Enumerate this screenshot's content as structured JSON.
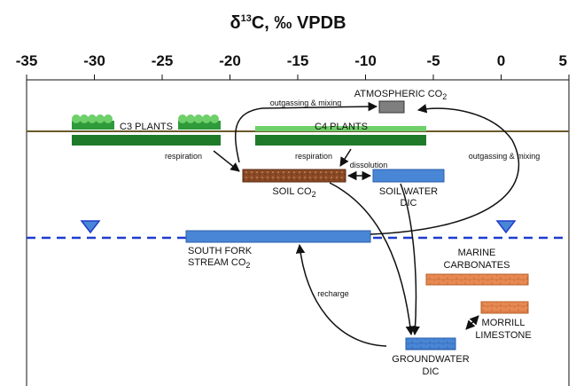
{
  "title": {
    "symbol": "δ",
    "superscript": "13",
    "rest": "C, ‰ VPDB"
  },
  "axis": {
    "min": -35,
    "max": 5,
    "ticks": [
      "-35",
      "-30",
      "-25",
      "-20",
      "-15",
      "-10",
      "-5",
      "0",
      "5"
    ]
  },
  "pools": {
    "atmospheric": {
      "label": "ATMOSPHERIC CO",
      "sub": "2"
    },
    "c3": {
      "label": "C3 PLANTS"
    },
    "c4": {
      "label": "C4 PLANTS"
    },
    "soil_co2": {
      "label": "SOIL CO",
      "sub": "2"
    },
    "soil_water": {
      "line1": "SOIL WATER",
      "line2": "DIC"
    },
    "stream": {
      "line1": "SOUTH FORK",
      "line2": "STREAM CO",
      "sub": "2"
    },
    "marine": {
      "line1": "MARINE",
      "line2": "CARBONATES"
    },
    "morrill": {
      "line1": "MORRILL",
      "line2": "LIMESTONE"
    },
    "groundwater": {
      "line1": "GROUNDWATER",
      "line2": "DIC"
    }
  },
  "arrows": {
    "outgassing_left": "outgassing & mixing",
    "outgassing_right": "outgassing & mixing",
    "respiration_c3": "respiration",
    "respiration_c4": "respiration",
    "dissolution": "dissolution",
    "recharge": "recharge"
  },
  "colors": {
    "plants": "#1f7a2a",
    "soil": "#8b4a25",
    "water": "#4a86d6",
    "carbonate": "#e88a52",
    "atmosphere": "#7f7f7f",
    "ground_line": "#6b5a2a",
    "water_table": "#1f3ccc"
  }
}
